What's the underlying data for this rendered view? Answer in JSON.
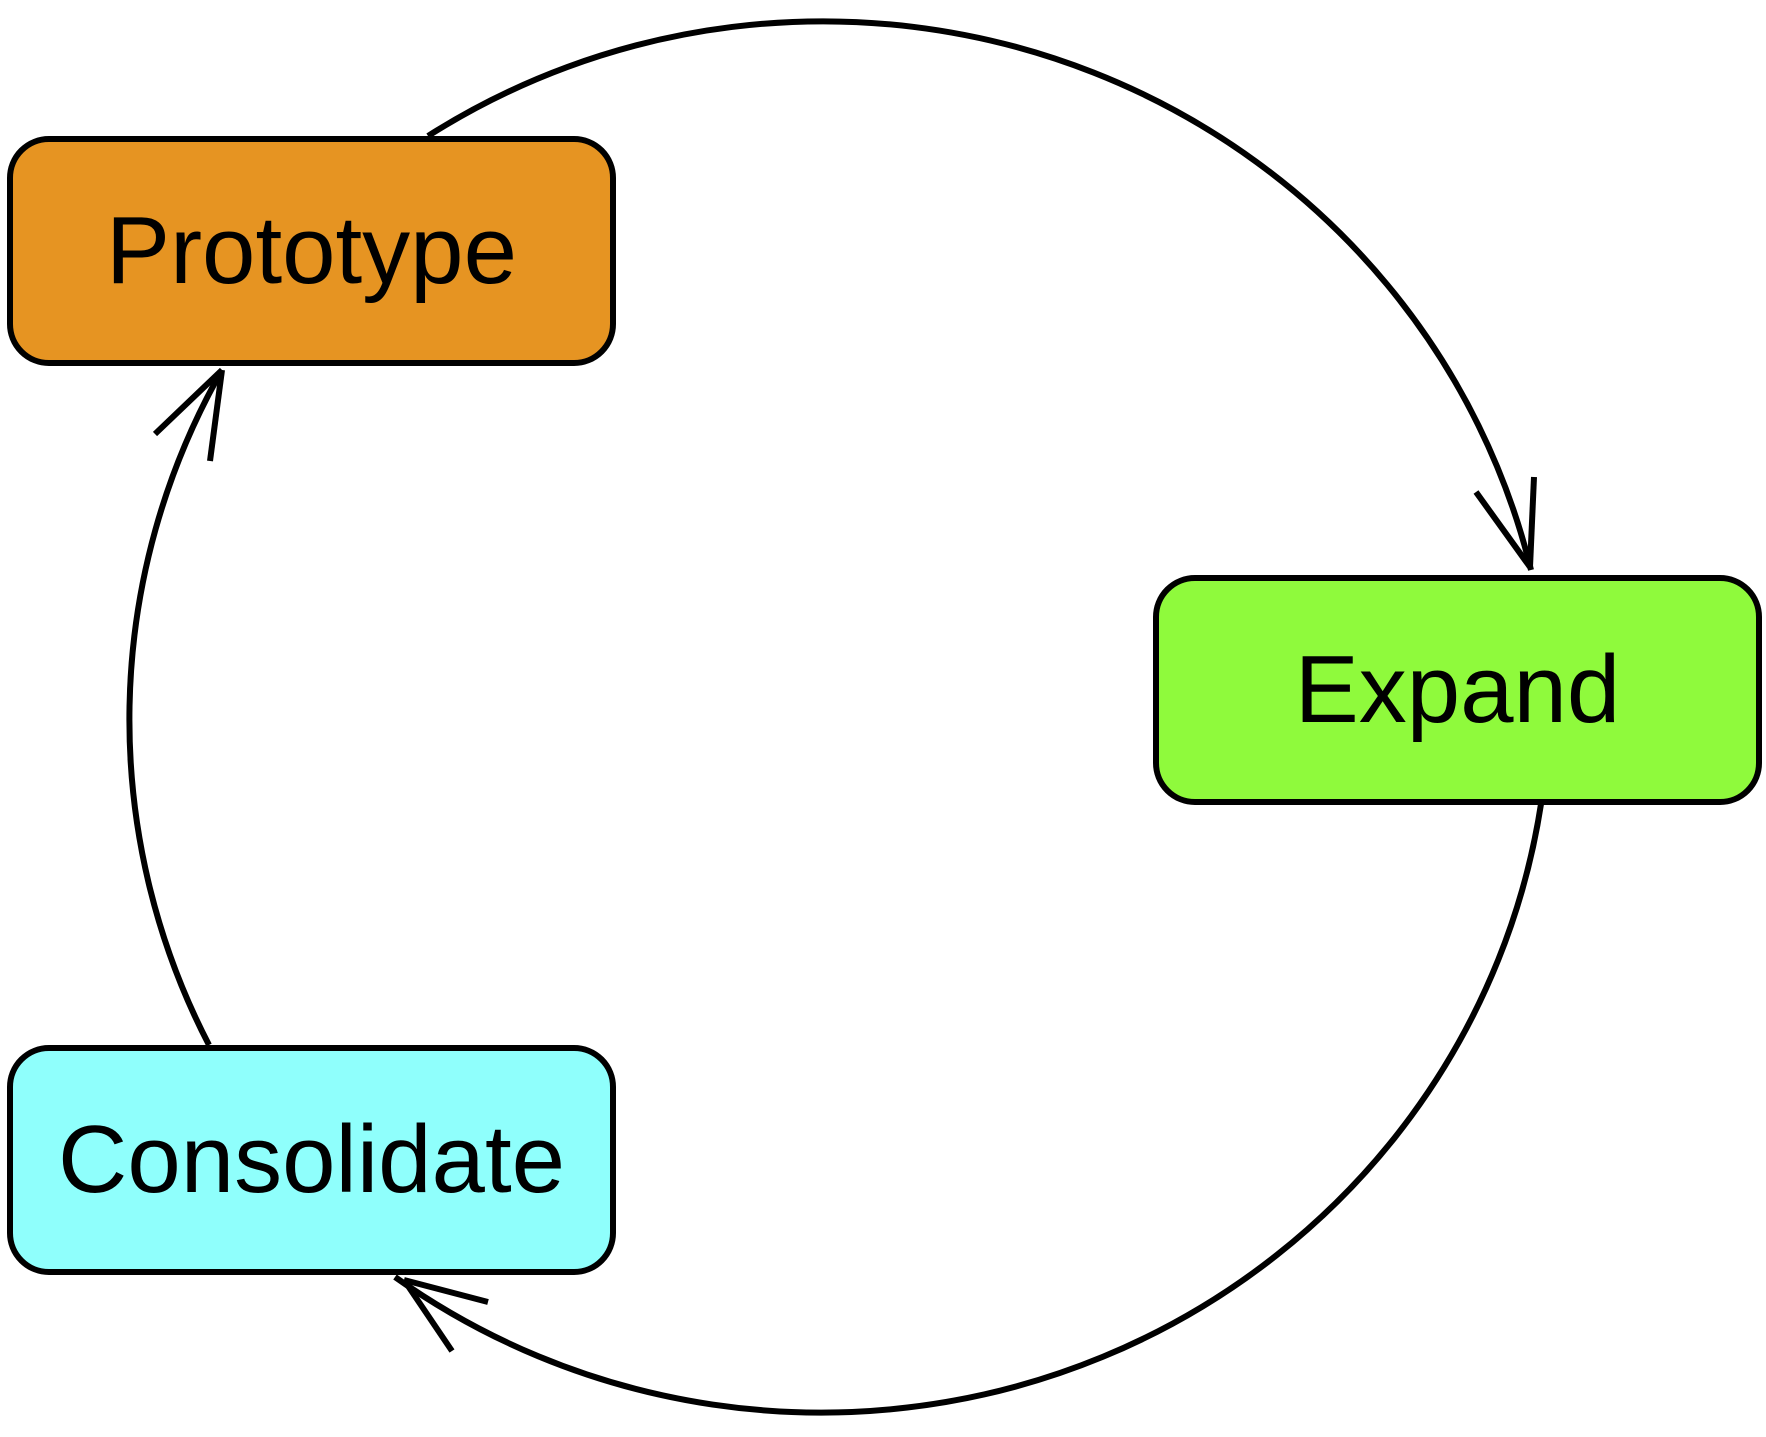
{
  "nodes": {
    "prototype": {
      "label": "Prototype",
      "color": "#E69422"
    },
    "expand": {
      "label": "Expand",
      "color": "#8FFA3C"
    },
    "consolidate": {
      "label": "Consolidate",
      "color": "#8FFFFC"
    }
  },
  "edges": [
    {
      "from": "Prototype",
      "to": "Expand"
    },
    {
      "from": "Expand",
      "to": "Consolidate"
    },
    {
      "from": "Consolidate",
      "to": "Prototype"
    }
  ],
  "stroke_color": "#000000"
}
